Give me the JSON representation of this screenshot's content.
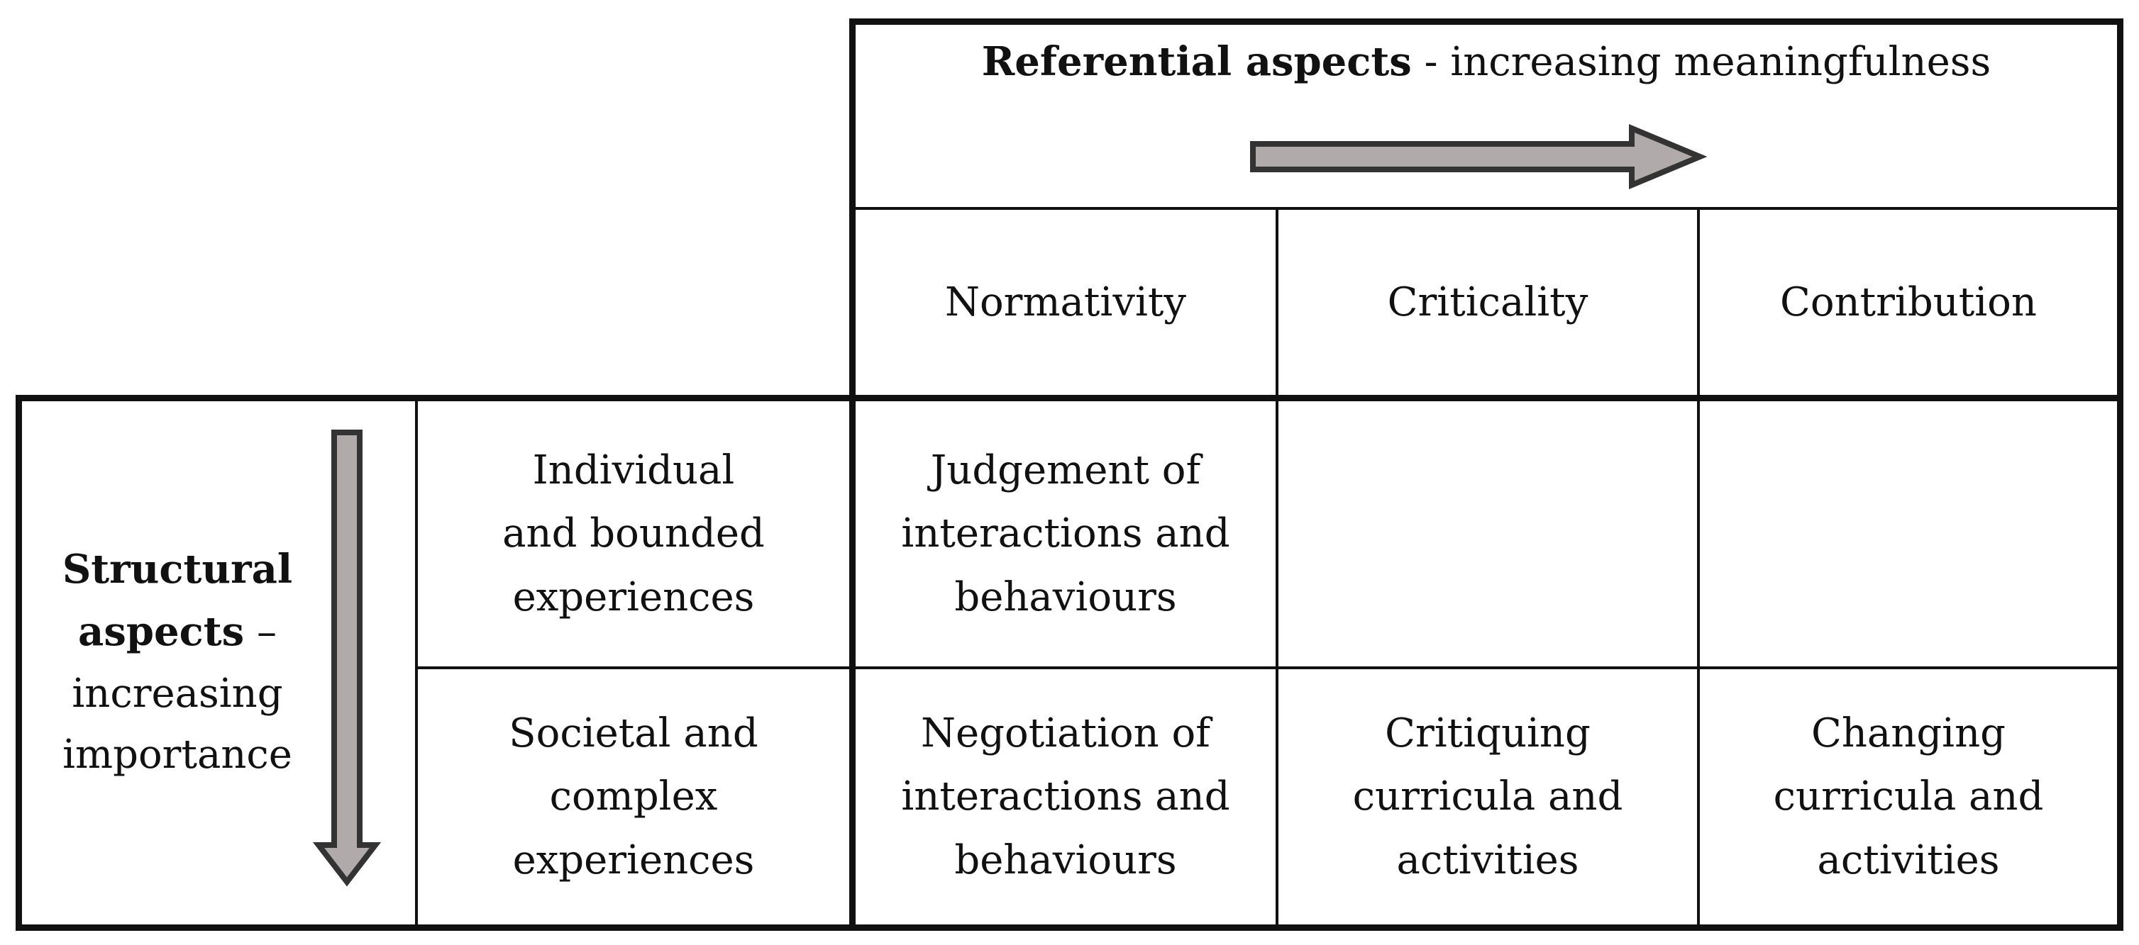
{
  "referential": {
    "bold": "Referential aspects",
    "rest": " - increasing meaningfulness"
  },
  "columns": [
    "Normativity",
    "Criticality",
    "Contribution"
  ],
  "structural": {
    "bold_line1": "Structural",
    "bold_line2": "aspects",
    "dash": " –",
    "line3": "increasing",
    "line4": "importance"
  },
  "rows": [
    {
      "label": [
        "Individual",
        "and bounded",
        "experiences"
      ],
      "cells": [
        [
          "Judgement of",
          "interactions and",
          "behaviours"
        ],
        [],
        []
      ]
    },
    {
      "label": [
        "Societal and",
        "complex",
        "experiences"
      ],
      "cells": [
        [
          "Negotiation of",
          "interactions and",
          "behaviours"
        ],
        [
          "Critiquing",
          "curricula and",
          "activities"
        ],
        [
          "Changing",
          "curricula and",
          "activities"
        ]
      ]
    }
  ],
  "colors": {
    "border": "#111111",
    "arrow_fill": "#b0aaaa",
    "arrow_stroke": "#333333"
  },
  "icons": {
    "horizontal_arrow": "right-arrow-icon",
    "vertical_arrow": "down-arrow-icon"
  }
}
